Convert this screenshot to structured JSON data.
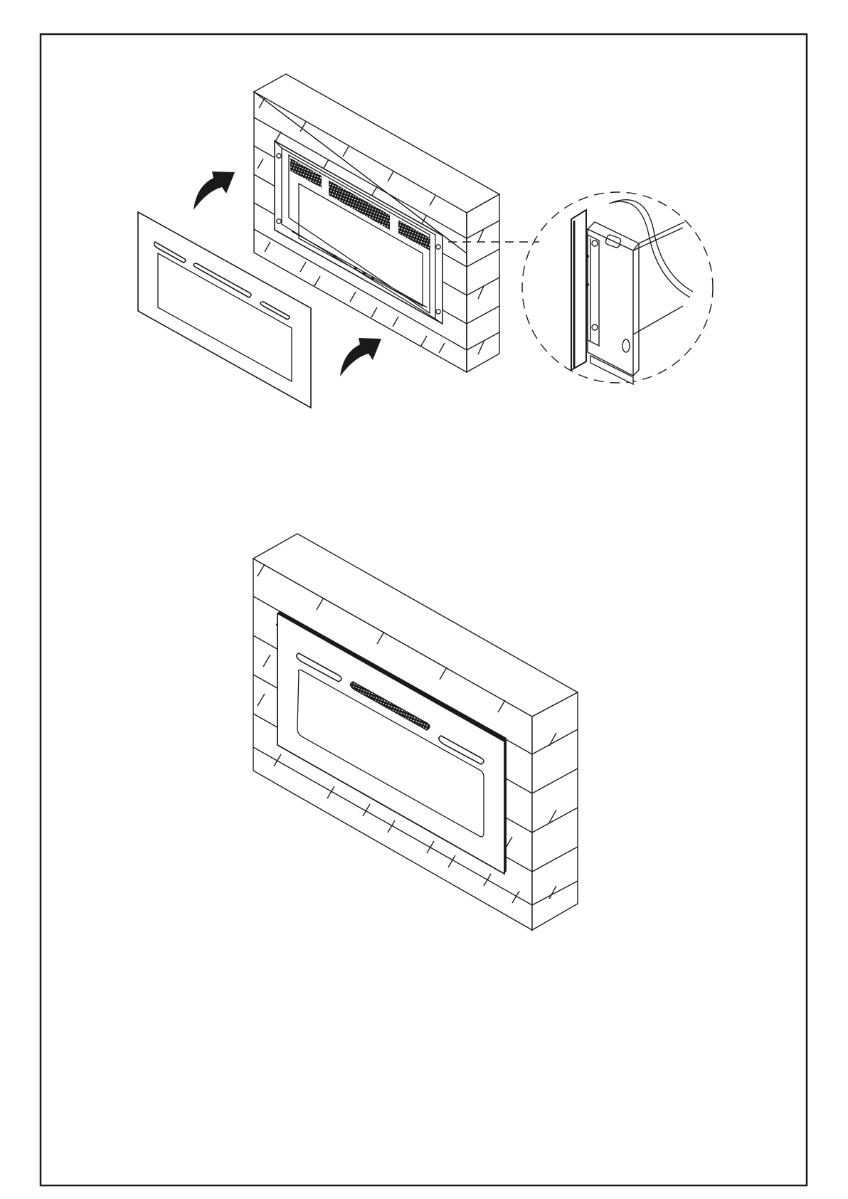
{
  "diagram": {
    "colors": {
      "line": "#1a1a1a",
      "fill_dark": "#1a1a1a",
      "paper": "#ffffff"
    },
    "steps": [
      {
        "name": "step-hang-panel",
        "parts": [
          "brick-wall",
          "mounting-frame",
          "front-glass-panel",
          "arrow-up-icon",
          "arrow-up-icon",
          "bracket-detail-callout"
        ]
      },
      {
        "name": "step-installed",
        "parts": [
          "brick-wall",
          "installed-fireplace"
        ]
      }
    ]
  }
}
